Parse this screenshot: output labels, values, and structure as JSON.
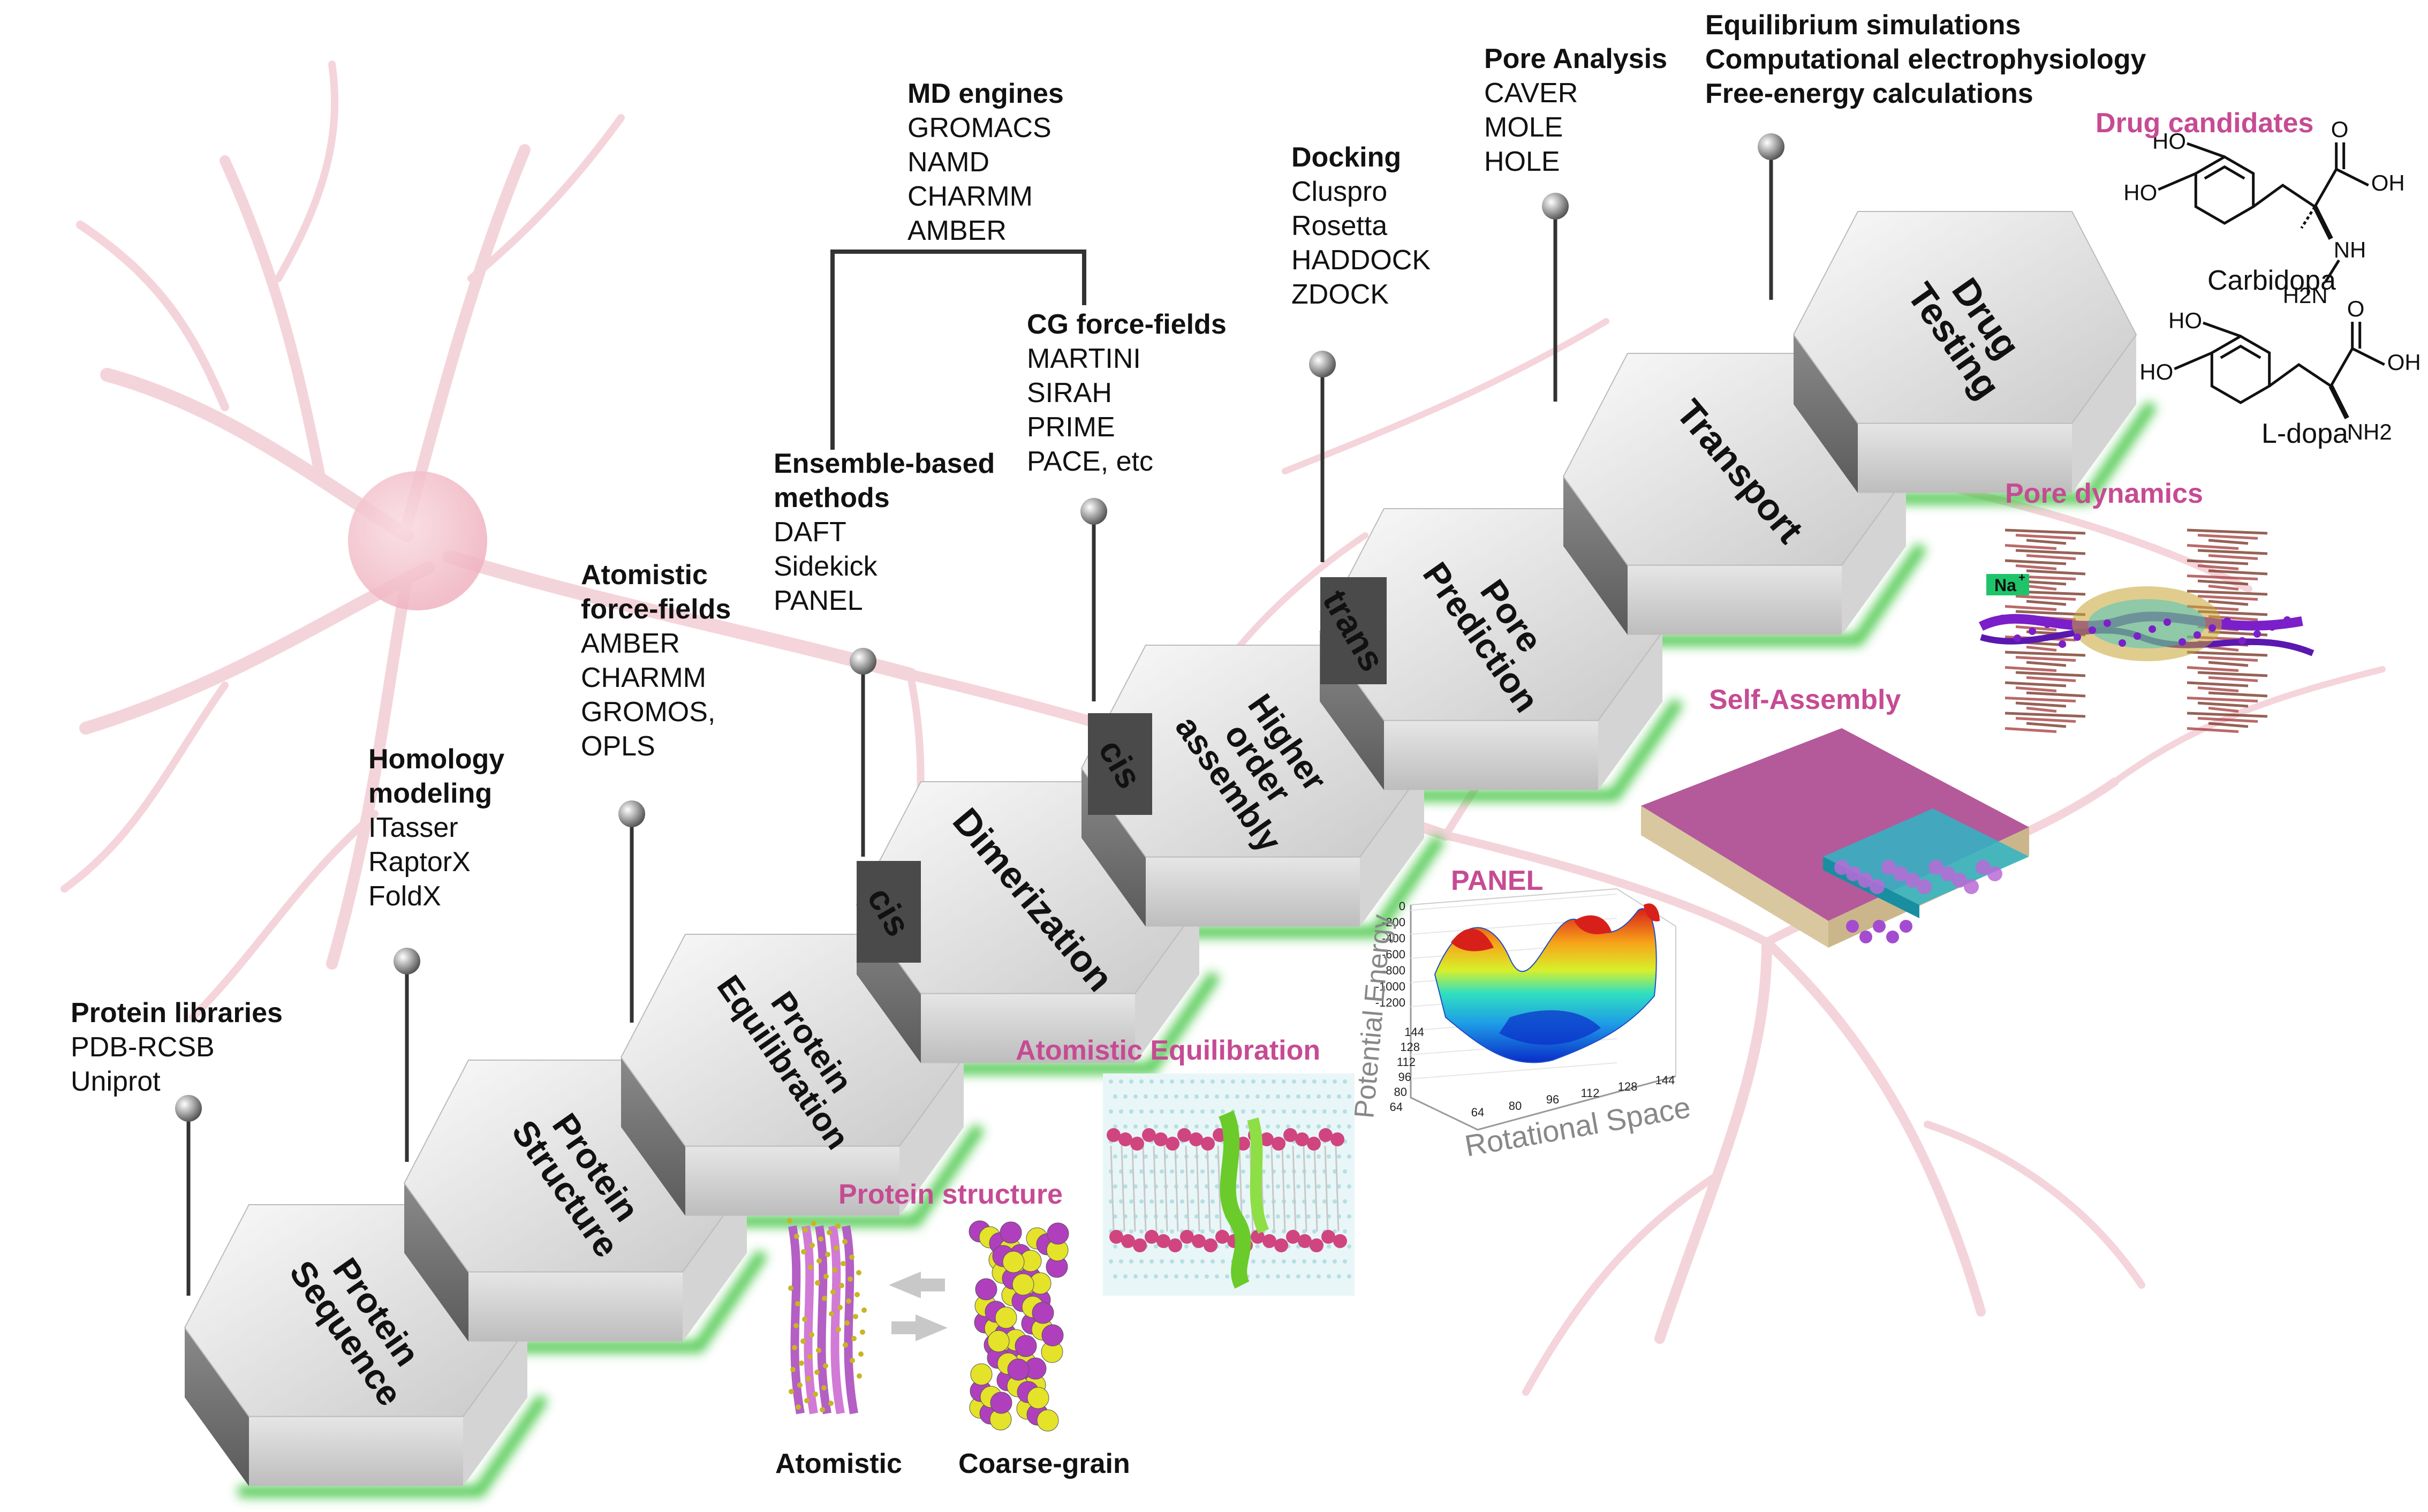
{
  "steps": [
    {
      "id": "seq",
      "l1": "Protein",
      "l2": "Sequence"
    },
    {
      "id": "struct",
      "l1": "Protein",
      "l2": "Structure"
    },
    {
      "id": "equil",
      "l1": "Protein",
      "l2": "Equilibration"
    },
    {
      "id": "dimer",
      "l1": "Dimerization",
      "l2": ""
    },
    {
      "id": "higher",
      "l1": "Higher",
      "l2": "order",
      "l3": "assembly"
    },
    {
      "id": "pore",
      "l1": "Pore",
      "l2": "Prediction"
    },
    {
      "id": "transport",
      "l1": "Transport",
      "l2": ""
    },
    {
      "id": "drug",
      "l1": "Drug",
      "l2": "Testing"
    }
  ],
  "tags": {
    "cis1": "cis",
    "cis2": "cis",
    "trans": "trans"
  },
  "tools": {
    "libraries": {
      "title": "Protein libraries",
      "items": [
        "PDB-RCSB",
        "Uniprot"
      ]
    },
    "homology": {
      "title1": "Homology",
      "title2": "modeling",
      "items": [
        "ITasser",
        "RaptorX",
        "FoldX"
      ]
    },
    "atomistic_ff": {
      "title1": "Atomistic",
      "title2": "force-fields",
      "items": [
        "AMBER",
        "CHARMM",
        "GROMOS,",
        "OPLS"
      ]
    },
    "ensemble": {
      "title1": "Ensemble-based",
      "title2": "methods",
      "items": [
        "DAFT",
        "Sidekick",
        "PANEL"
      ]
    },
    "md_engines": {
      "title": "MD engines",
      "items": [
        "GROMACS",
        "NAMD",
        "CHARMM",
        "AMBER"
      ]
    },
    "cg_ff": {
      "title": "CG force-fields",
      "items": [
        "MARTINI",
        "SIRAH",
        "PRIME",
        "PACE, etc"
      ]
    },
    "docking": {
      "title": "Docking",
      "items": [
        "Cluspro",
        "Rosetta",
        "HADDOCK",
        "ZDOCK"
      ]
    },
    "pore_analysis": {
      "title": "Pore Analysis",
      "items": [
        "CAVER",
        "MOLE",
        "HOLE"
      ]
    },
    "simulations": {
      "items": [
        "Equilibrium simulations",
        "Computational electrophysiology",
        "Free-energy calculations"
      ]
    }
  },
  "panels": {
    "drug_candidates": "Drug candidates",
    "carbidopa": "Carbidopa",
    "ldopa": "L-dopa",
    "pore_dynamics": "Pore dynamics",
    "na_label": "Na",
    "na_sup": "+",
    "self_assembly": "Self-Assembly",
    "panel_title": "PANEL",
    "atomistic_equilibration": "Atomistic  Equilibration",
    "protein_structure": "Protein structure",
    "atomistic": "Atomistic",
    "coarse_grain": "Coarse-grain"
  },
  "chem": {
    "ho": "HO",
    "oh": "OH",
    "o": "O",
    "nh": "NH",
    "h2n": "H2N",
    "nh2": "NH2"
  },
  "chart_data": {
    "type": "surface",
    "title": "PANEL",
    "xlabel": "Rotational Space",
    "ylabel": "",
    "zlabel": "Potential Energy",
    "x_ticks": [
      "64",
      "80",
      "96",
      "112",
      "128",
      "144"
    ],
    "y_ticks": [
      "144",
      "128",
      "112",
      "96",
      "80",
      "64"
    ],
    "z_ticks": [
      "0",
      "-200",
      "-400",
      "-600",
      "-800",
      "-1000",
      "-1200"
    ],
    "zlim": [
      -1200,
      0
    ],
    "colormap": "jet"
  }
}
